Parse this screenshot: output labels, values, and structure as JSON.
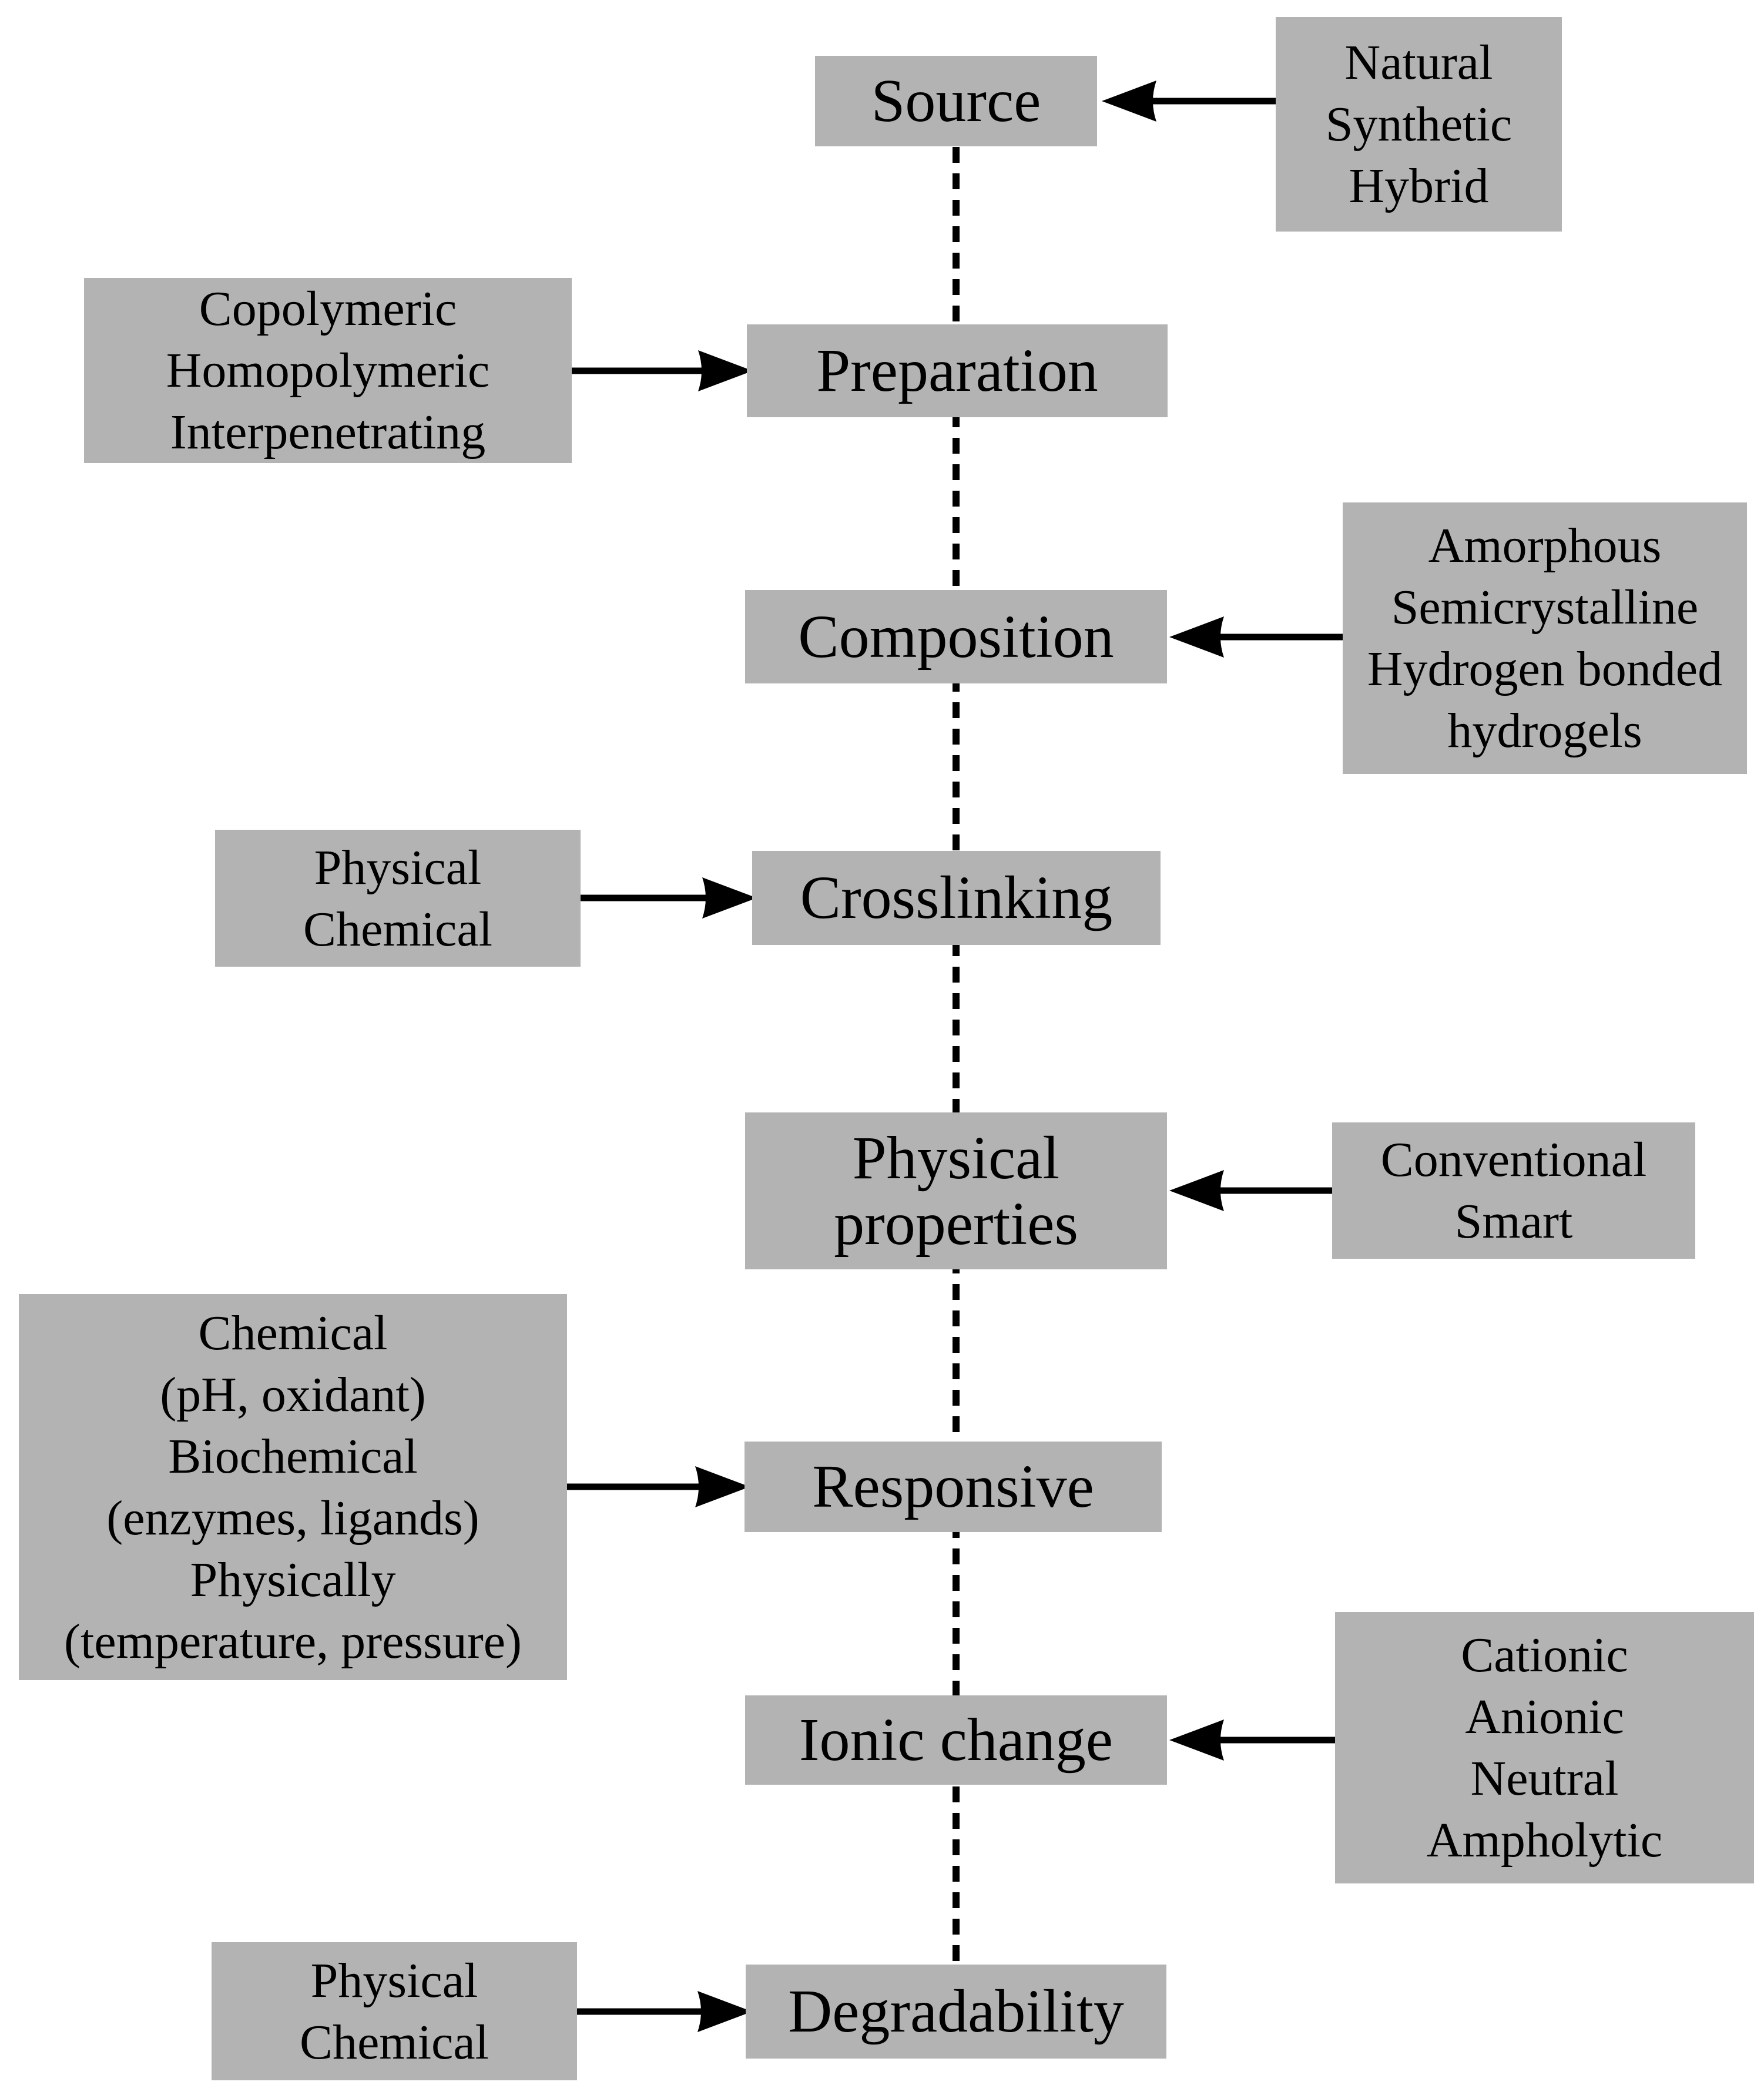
{
  "colors": {
    "background": "#ffffff",
    "box_fill": "#b3b3b3",
    "text": "#000000",
    "connector": "#000000"
  },
  "spine": {
    "style": "dashed",
    "orientation": "vertical"
  },
  "main_nodes": [
    {
      "id": "source",
      "lines": [
        "Source"
      ]
    },
    {
      "id": "preparation",
      "lines": [
        "Preparation"
      ]
    },
    {
      "id": "composition",
      "lines": [
        "Composition"
      ]
    },
    {
      "id": "crosslinking",
      "lines": [
        "Crosslinking"
      ]
    },
    {
      "id": "physical-properties",
      "lines": [
        "Physical",
        "properties"
      ]
    },
    {
      "id": "responsive",
      "lines": [
        "Responsive"
      ]
    },
    {
      "id": "ionic-change",
      "lines": [
        "Ionic change"
      ]
    },
    {
      "id": "degradability",
      "lines": [
        "Degradability"
      ]
    }
  ],
  "side_nodes": [
    {
      "id": "source-types",
      "side": "right",
      "points_to": "source",
      "lines": [
        "Natural",
        "Synthetic",
        "Hybrid"
      ]
    },
    {
      "id": "preparation-types",
      "side": "left",
      "points_to": "preparation",
      "lines": [
        "Copolymeric",
        "Homopolymeric",
        "Interpenetrating"
      ]
    },
    {
      "id": "composition-types",
      "side": "right",
      "points_to": "composition",
      "lines": [
        "Amorphous",
        "Semicrystalline",
        "Hydrogen bonded",
        "hydrogels"
      ]
    },
    {
      "id": "crosslinking-types",
      "side": "left",
      "points_to": "crosslinking",
      "lines": [
        "Physical",
        "Chemical"
      ]
    },
    {
      "id": "physical-properties-types",
      "side": "right",
      "points_to": "physical-properties",
      "lines": [
        "Conventional",
        "Smart"
      ]
    },
    {
      "id": "responsive-types",
      "side": "left",
      "points_to": "responsive",
      "lines": [
        "Chemical",
        "(pH, oxidant)",
        "Biochemical",
        "(enzymes, ligands)",
        "Physically",
        "(temperature, pressure)"
      ]
    },
    {
      "id": "ionic-change-types",
      "side": "right",
      "points_to": "ionic-change",
      "lines": [
        "Cationic",
        "Anionic",
        "Neutral",
        "Ampholytic"
      ]
    },
    {
      "id": "degradability-types",
      "side": "left",
      "points_to": "degradability",
      "lines": [
        "Physical",
        "Chemical"
      ]
    }
  ]
}
